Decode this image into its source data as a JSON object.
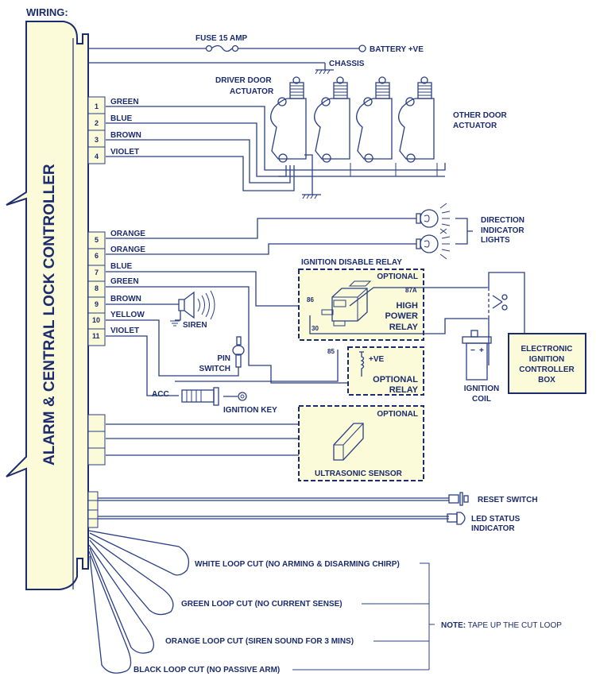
{
  "title": "WIRING:",
  "controller_label": "ALARM & CENTRAL LOCK CONTROLLER",
  "colors": {
    "ink": "#1b2c6e",
    "panel": "#fbfad9",
    "background": "#ffffff"
  },
  "power": {
    "fuse": "FUSE 15 AMP",
    "battery": "BATTERY +VE",
    "chassis": "CHASSIS"
  },
  "actuators": {
    "driver": [
      "DRIVER DOOR",
      "ACTUATOR"
    ],
    "other": [
      "OTHER DOOR",
      "ACTUATOR"
    ]
  },
  "pins_top": [
    {
      "num": "1",
      "wire": "GREEN"
    },
    {
      "num": "2",
      "wire": "BLUE"
    },
    {
      "num": "3",
      "wire": "BROWN"
    },
    {
      "num": "4",
      "wire": "VIOLET"
    }
  ],
  "pins_mid": [
    {
      "num": "5",
      "wire": "ORANGE"
    },
    {
      "num": "6",
      "wire": "ORANGE"
    },
    {
      "num": "7",
      "wire": "BLUE"
    },
    {
      "num": "8",
      "wire": "GREEN"
    },
    {
      "num": "9",
      "wire": "BROWN"
    },
    {
      "num": "10",
      "wire": "YELLOW"
    },
    {
      "num": "11",
      "wire": "VIOLET"
    }
  ],
  "direction_lights": [
    "DIRECTION",
    "INDICATOR",
    "LIGHTS"
  ],
  "relay": {
    "title": "IGNITION DISABLE RELAY",
    "optional": "OPTIONAL",
    "name": [
      "HIGH",
      "POWER",
      "RELAY"
    ],
    "terminals": {
      "t86": "86",
      "t87a": "87A",
      "t30": "30",
      "t85": "85"
    }
  },
  "optional_relay": {
    "ve": "+VE",
    "name": [
      "OPTIONAL",
      "RELAY"
    ]
  },
  "siren": "SIREN",
  "pin_switch": [
    "PIN",
    "SWITCH"
  ],
  "acc": "ACC",
  "ignition_key": "IGNITION KEY",
  "ignition_coil": {
    "label": [
      "IGNITION",
      "COIL"
    ],
    "minus": "−",
    "plus": "+"
  },
  "ecu": [
    "ELECTRONIC",
    "IGNITION",
    "CONTROLLER",
    "BOX"
  ],
  "ultrasonic": {
    "optional": "OPTIONAL",
    "name": "ULTRASONIC SENSOR"
  },
  "reset_switch": "RESET SWITCH",
  "led": [
    "LED STATUS",
    "INDICATOR"
  ],
  "loops": [
    "WHITE LOOP CUT (NO ARMING & DISARMING CHIRP)",
    "GREEN LOOP CUT (NO CURRENT SENSE)",
    "ORANGE LOOP CUT (SIREN SOUND FOR 3 MINS)",
    "BLACK LOOP CUT (NO PASSIVE ARM)"
  ],
  "note": {
    "label": "NOTE:",
    "text": " TAPE UP THE CUT LOOP"
  }
}
